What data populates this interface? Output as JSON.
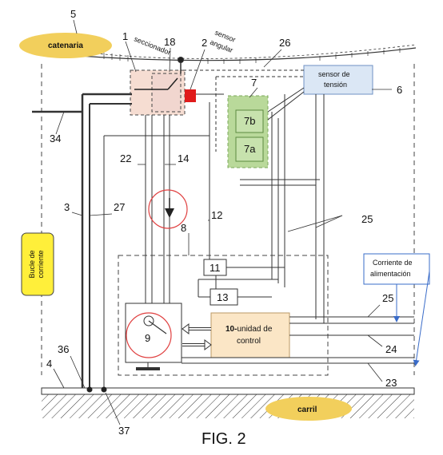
{
  "labels": {
    "catenaria": "catenaria",
    "seccionador": "seccionador",
    "sensor_angular_1": "sensor",
    "sensor_angular_2": "angular",
    "sensor_tension_1": "sensor de",
    "sensor_tension_2": "tensión",
    "bucle_1": "Bucle de",
    "bucle_2": "corriente",
    "corriente_1": "Corriente de",
    "corriente_2": "alimentación",
    "control_num": "10-",
    "control_1": "unidad de",
    "control_2": "control",
    "carril": "carril",
    "fig": "FIG. 2",
    "box_7b": "7b",
    "box_7a": "7a"
  },
  "refs": {
    "r1": "1",
    "r2": "2",
    "r3": "3",
    "r4": "4",
    "r5": "5",
    "r6": "6",
    "r7": "7",
    "r8": "8",
    "r9": "9",
    "r11": "11",
    "r12": "12",
    "r13": "13",
    "r14": "14",
    "r18": "18",
    "r22": "22",
    "r23": "23",
    "r24": "24",
    "r25a": "25",
    "r25b": "25",
    "r26": "26",
    "r27": "27",
    "r34": "34",
    "r36": "36",
    "r37": "37"
  },
  "colors": {
    "catenaria_fill": "#f2cf5c",
    "carril_fill": "#f2cf5c",
    "bucle_fill": "#ffef3a",
    "sensor_tension_fill": "#dbe7f5",
    "sensor_tension_stroke": "#6f92c4",
    "control_fill": "#fbe6c6",
    "block7_fill": "#b9d99a",
    "block7_stroke": "#7aa85a",
    "sensor_angular": "#e01b1b",
    "seccionador_fill": "#f6ddd2",
    "highlight_circle": "#e04040",
    "arrow_blue": "#3a6cc9"
  }
}
